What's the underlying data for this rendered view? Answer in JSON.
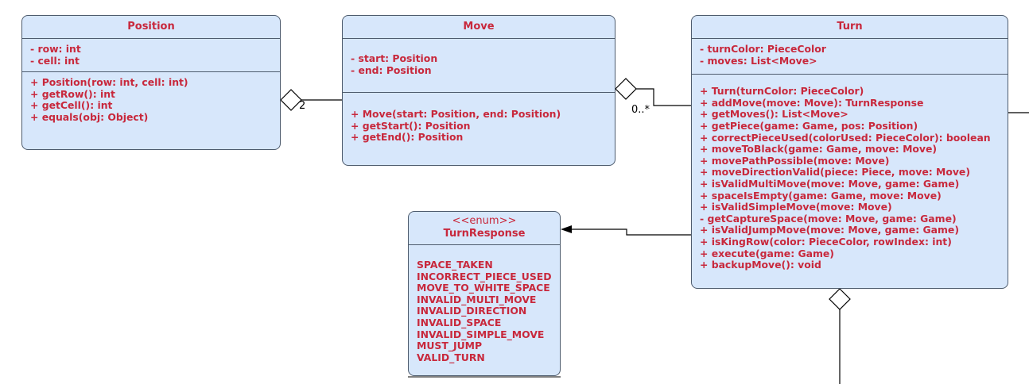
{
  "classes": {
    "position": {
      "title": "Position",
      "attributes": [
        "- row: int",
        "- cell: int"
      ],
      "methods": [
        "+ Position(row: int, cell: int)",
        "+ getRow(): int",
        "+ getCell(): int",
        "+ equals(obj: Object)"
      ]
    },
    "move": {
      "title": "Move",
      "attributes": [
        "- start: Position",
        "- end: Position"
      ],
      "methods": [
        "+ Move(start: Position, end: Position)",
        "+ getStart(): Position",
        "+ getEnd(): Position"
      ]
    },
    "turn": {
      "title": "Turn",
      "attributes": [
        "- turnColor: PieceColor",
        "- moves: List<Move>"
      ],
      "methods": [
        "+ Turn(turnColor: PieceColor)",
        "+ addMove(move: Move): TurnResponse",
        "+ getMoves(): List<Move>",
        "+ getPiece(game: Game, pos: Position)",
        "+ correctPieceUsed(colorUsed: PieceColor): boolean",
        "+ moveToBlack(game: Game, move: Move)",
        "+ movePathPossible(move: Move)",
        "+ moveDirectionValid(piece: Piece, move: Move)",
        "+ isValidMultiMove(move: Move, game: Game)",
        "+ spaceIsEmpty(game: Game, move: Move)",
        "+ isValidSimpleMove(move: Move)",
        "- getCaptureSpace(move: Move, game: Game)",
        "+ isValidJumpMove(move: Move, game: Game)",
        "+ isKingRow(color: PieceColor, rowIndex: int)",
        "+ execute(game: Game)",
        "+ backupMove(): void"
      ]
    },
    "turn_response": {
      "stereotype": "<<enum>>",
      "title": "TurnResponse",
      "literals": [
        "SPACE_TAKEN",
        "INCORRECT_PIECE_USED",
        "MOVE_TO_WHITE_SPACE",
        "INVALID_MULTI_MOVE",
        "INVALID_DIRECTION",
        "INVALID_SPACE",
        "INVALID_SIMPLE_MOVE",
        "MUST_JUMP",
        "VALID_TURN"
      ]
    }
  },
  "multiplicities": {
    "move_to_position": "2",
    "turn_to_move": "0..*"
  },
  "colors": {
    "box_fill": "#d7e7fb",
    "box_border": "#4e5c6e",
    "text": "#c8283c",
    "line": "#000000"
  }
}
